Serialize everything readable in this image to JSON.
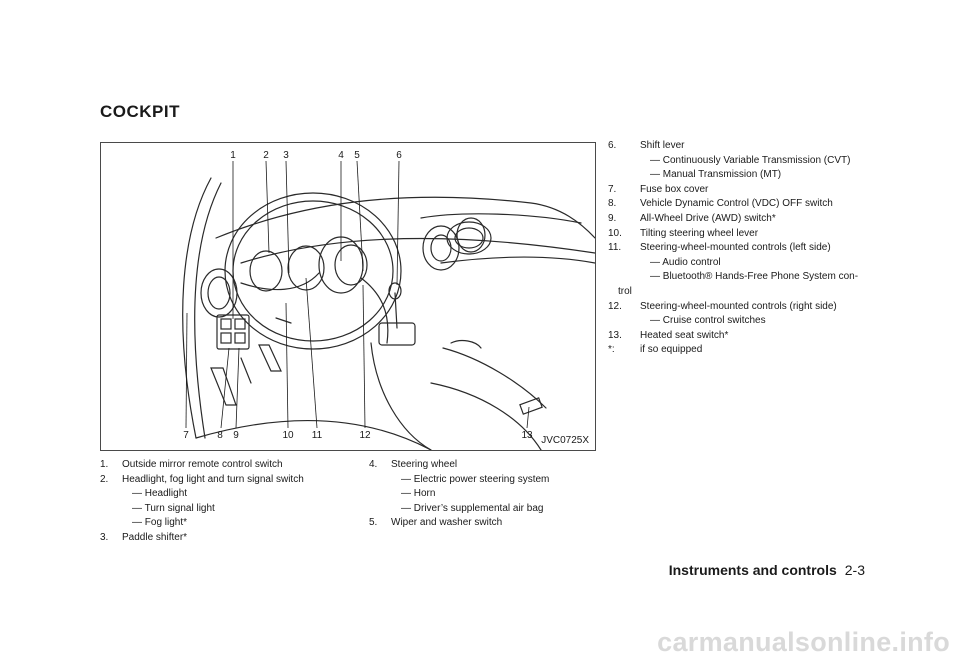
{
  "section_title": "COCKPIT",
  "figure": {
    "code": "JVC0725X",
    "callouts_top": [
      "1",
      "2",
      "3",
      "4",
      "5",
      "6"
    ],
    "callouts_bottom": [
      "7",
      "8",
      "9",
      "10",
      "11",
      "12",
      "13"
    ]
  },
  "list_left": [
    {
      "num": "1.",
      "text": "Outside mirror remote control switch",
      "subs": []
    },
    {
      "num": "2.",
      "text": "Headlight, fog light and turn signal switch",
      "subs": [
        "— Headlight",
        "— Turn signal light",
        "— Fog light*"
      ]
    },
    {
      "num": "3.",
      "text": "Paddle shifter*",
      "subs": []
    }
  ],
  "list_middle": [
    {
      "num": "4.",
      "text": "Steering wheel",
      "subs": [
        "— Electric power steering system",
        "— Horn",
        "— Driver’s supplemental air bag"
      ]
    },
    {
      "num": "5.",
      "text": "Wiper and washer switch",
      "subs": []
    }
  ],
  "list_right": [
    {
      "num": "6.",
      "text": "Shift lever",
      "subs": [
        "— Continuously Variable Transmission (CVT)",
        "— Manual Transmission (MT)"
      ]
    },
    {
      "num": "7.",
      "text": "Fuse box cover",
      "subs": []
    },
    {
      "num": "8.",
      "text": "Vehicle Dynamic Control (VDC) OFF switch",
      "subs": []
    },
    {
      "num": "9.",
      "text": "All-Wheel Drive (AWD) switch*",
      "subs": []
    },
    {
      "num": "10.",
      "text": "Tilting steering wheel lever",
      "subs": []
    },
    {
      "num": "11.",
      "text": "Steering-wheel-mounted controls (left side)",
      "subs": [
        "— Audio control",
        "— Bluetooth® Hands-Free Phone System con-trol"
      ]
    },
    {
      "num": "12.",
      "text": "Steering-wheel-mounted controls (right side)",
      "subs": [
        "— Cruise control switches"
      ]
    },
    {
      "num": "13.",
      "text": "Heated seat switch*",
      "subs": []
    },
    {
      "num": "*:",
      "text": "if so equipped",
      "subs": []
    }
  ],
  "footer": {
    "title": "Instruments and controls",
    "page": "2-3"
  },
  "watermark": "carmanualsonline.info"
}
